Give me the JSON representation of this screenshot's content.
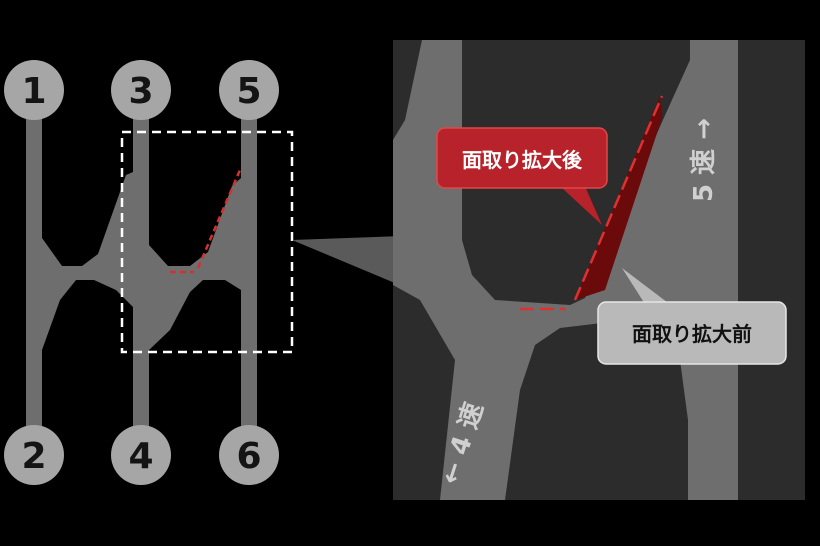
{
  "gears": {
    "g1": "1",
    "g2": "2",
    "g3": "3",
    "g4": "4",
    "g5": "5",
    "g6": "6"
  },
  "callouts": {
    "after": "面取り拡大後",
    "before": "面取り拡大前"
  },
  "speed_labels": {
    "fifth": "5 速 →",
    "fourth": "← 4 速"
  },
  "colors": {
    "background": "#000000",
    "gate": "#6e6e6e",
    "knob": "#a6a6a6",
    "panel": "#2c2c2c",
    "accent_red": "#d43030",
    "after_bubble": "#b8222a",
    "before_bubble": "#b9b9b9"
  }
}
